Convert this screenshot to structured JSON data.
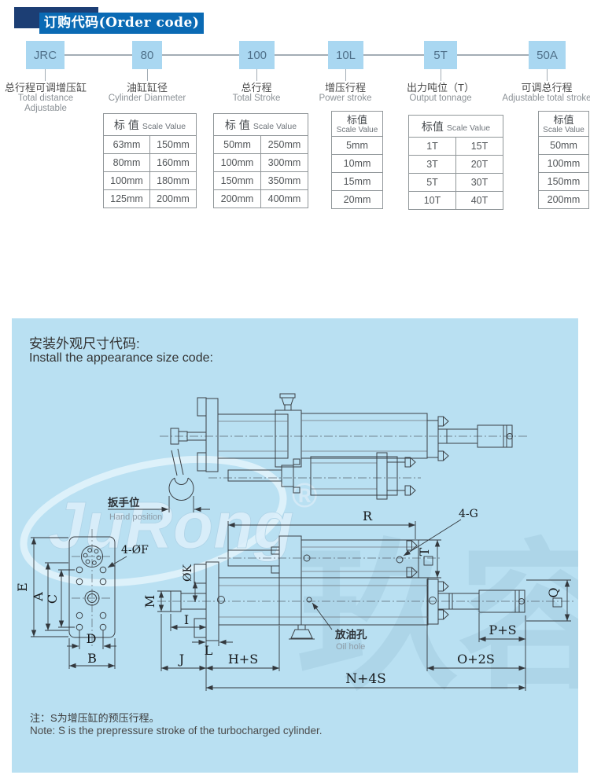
{
  "header": {
    "title": "订购代码(Order code)"
  },
  "order_code": {
    "codes": [
      {
        "code": "JRC",
        "label_cn": "总行程可调增压缸",
        "label_en": "Total distance",
        "label_en2": "Adjustable"
      },
      {
        "code": "80",
        "label_cn": "油缸缸径",
        "label_en": "Cylinder Dianmeter"
      },
      {
        "code": "100",
        "label_cn": "总行程",
        "label_en": "Total  Stroke"
      },
      {
        "code": "10L",
        "label_cn": "增压行程",
        "label_en": "Power stroke"
      },
      {
        "code": "5T",
        "label_cn": "出力吨位（T）",
        "label_en": "Output  tonnage"
      },
      {
        "code": "50A",
        "label_cn": "可调总行程",
        "label_en": "Adjustable total stroke"
      }
    ],
    "tables": [
      {
        "header_cn": "标 值",
        "header_en": "Scale Value",
        "rows": [
          [
            "63mm",
            "150mm"
          ],
          [
            "80mm",
            "160mm"
          ],
          [
            "100mm",
            "180mm"
          ],
          [
            "125mm",
            "200mm"
          ]
        ]
      },
      {
        "header_cn": "标 值",
        "header_en": "Scale Value",
        "rows": [
          [
            "50mm",
            "250mm"
          ],
          [
            "100mm",
            "300mm"
          ],
          [
            "150mm",
            "350mm"
          ],
          [
            "200mm",
            "400mm"
          ]
        ]
      },
      {
        "header_cn": "标值",
        "header_en": "Scale Value",
        "rows": [
          [
            "5mm"
          ],
          [
            "10mm"
          ],
          [
            "15mm"
          ],
          [
            "20mm"
          ]
        ]
      },
      {
        "header_cn": "标值",
        "header_en": "Scale Value",
        "rows": [
          [
            "1T",
            "15T"
          ],
          [
            "3T",
            "20T"
          ],
          [
            "5T",
            "30T"
          ],
          [
            "10T",
            "40T"
          ]
        ]
      },
      {
        "header_cn": "标值",
        "header_en": "Scale Value",
        "rows": [
          [
            "50mm"
          ],
          [
            "100mm"
          ],
          [
            "150mm"
          ],
          [
            "200mm"
          ]
        ]
      }
    ]
  },
  "install": {
    "title_cn": "安装外观尺寸代码:",
    "title_en": "Install the appearance size code:",
    "labels": {
      "hand_cn": "扳手位",
      "hand_en": "Hand position",
      "oil_cn": "放油孔",
      "oil_en": "Oil hole",
      "r": "R",
      "four_g": "4-G",
      "four_f": "4-ØF",
      "t": "T",
      "q": "Q",
      "m": "M",
      "k": "ØK",
      "i": "I",
      "l": "L",
      "j": "J",
      "hs": "H+S",
      "n4s": "N+4S",
      "o2s": "O+2S",
      "ps": "P+S",
      "e": "E",
      "a": "A",
      "c": "C",
      "d": "D",
      "b": "B"
    },
    "note_cn": "注：S为增压缸的预压行程。",
    "note_en": "Note: S is the prepressure stroke of the turbocharged cylinder.",
    "watermark": {
      "logo": "JuRong",
      "reg": "®",
      "cn": "玖容"
    }
  },
  "colors": {
    "header_navy": "#1c3e74",
    "header_blue": "#0a6ab4",
    "box_blue": "#a9d7f1",
    "panel_blue": "#b9e0f2"
  }
}
